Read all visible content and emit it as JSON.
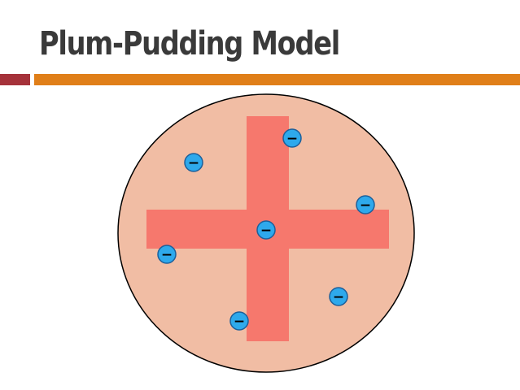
{
  "title": "Plum-Pudding Model",
  "colors": {
    "title": "#3a3a3a",
    "rule_left": "#a5323a",
    "rule_right": "#e07f19",
    "atom_fill": "#f1bda4",
    "atom_stroke": "#000000",
    "positive_charge": "#f6786d",
    "electron_fill": "#2ea9ec",
    "electron_stroke": "#1d5f9a"
  },
  "electrons": [
    {
      "name": "electron-top",
      "sign": "−"
    },
    {
      "name": "electron-upper-left",
      "sign": "−"
    },
    {
      "name": "electron-right",
      "sign": "−"
    },
    {
      "name": "electron-center",
      "sign": "−"
    },
    {
      "name": "electron-left",
      "sign": "−"
    },
    {
      "name": "electron-lower-right",
      "sign": "−"
    },
    {
      "name": "electron-bottom",
      "sign": "−"
    }
  ]
}
